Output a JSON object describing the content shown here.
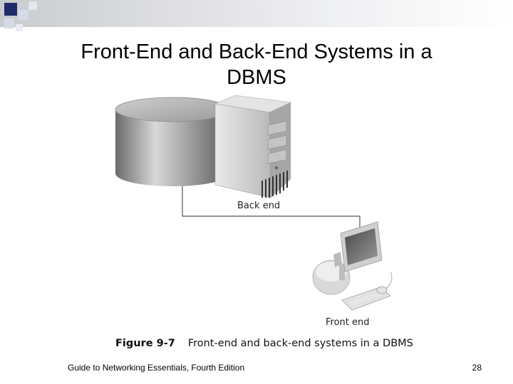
{
  "slide": {
    "title_line1": "Front-End and Back-End Systems in a",
    "title_line2": "DBMS"
  },
  "figure": {
    "back_end_label": "Back end",
    "front_end_label": "Front end",
    "caption_number": "Figure 9-7",
    "caption_text": "Front-end and back-end systems in a DBMS"
  },
  "footer": {
    "source": "Guide to Networking Essentials, Fourth Edition",
    "page_number": "28"
  },
  "colors": {
    "band_dark": "#c9cbcd",
    "square_navy": "#1f2a6b",
    "square_light": "#d6dbe8"
  }
}
